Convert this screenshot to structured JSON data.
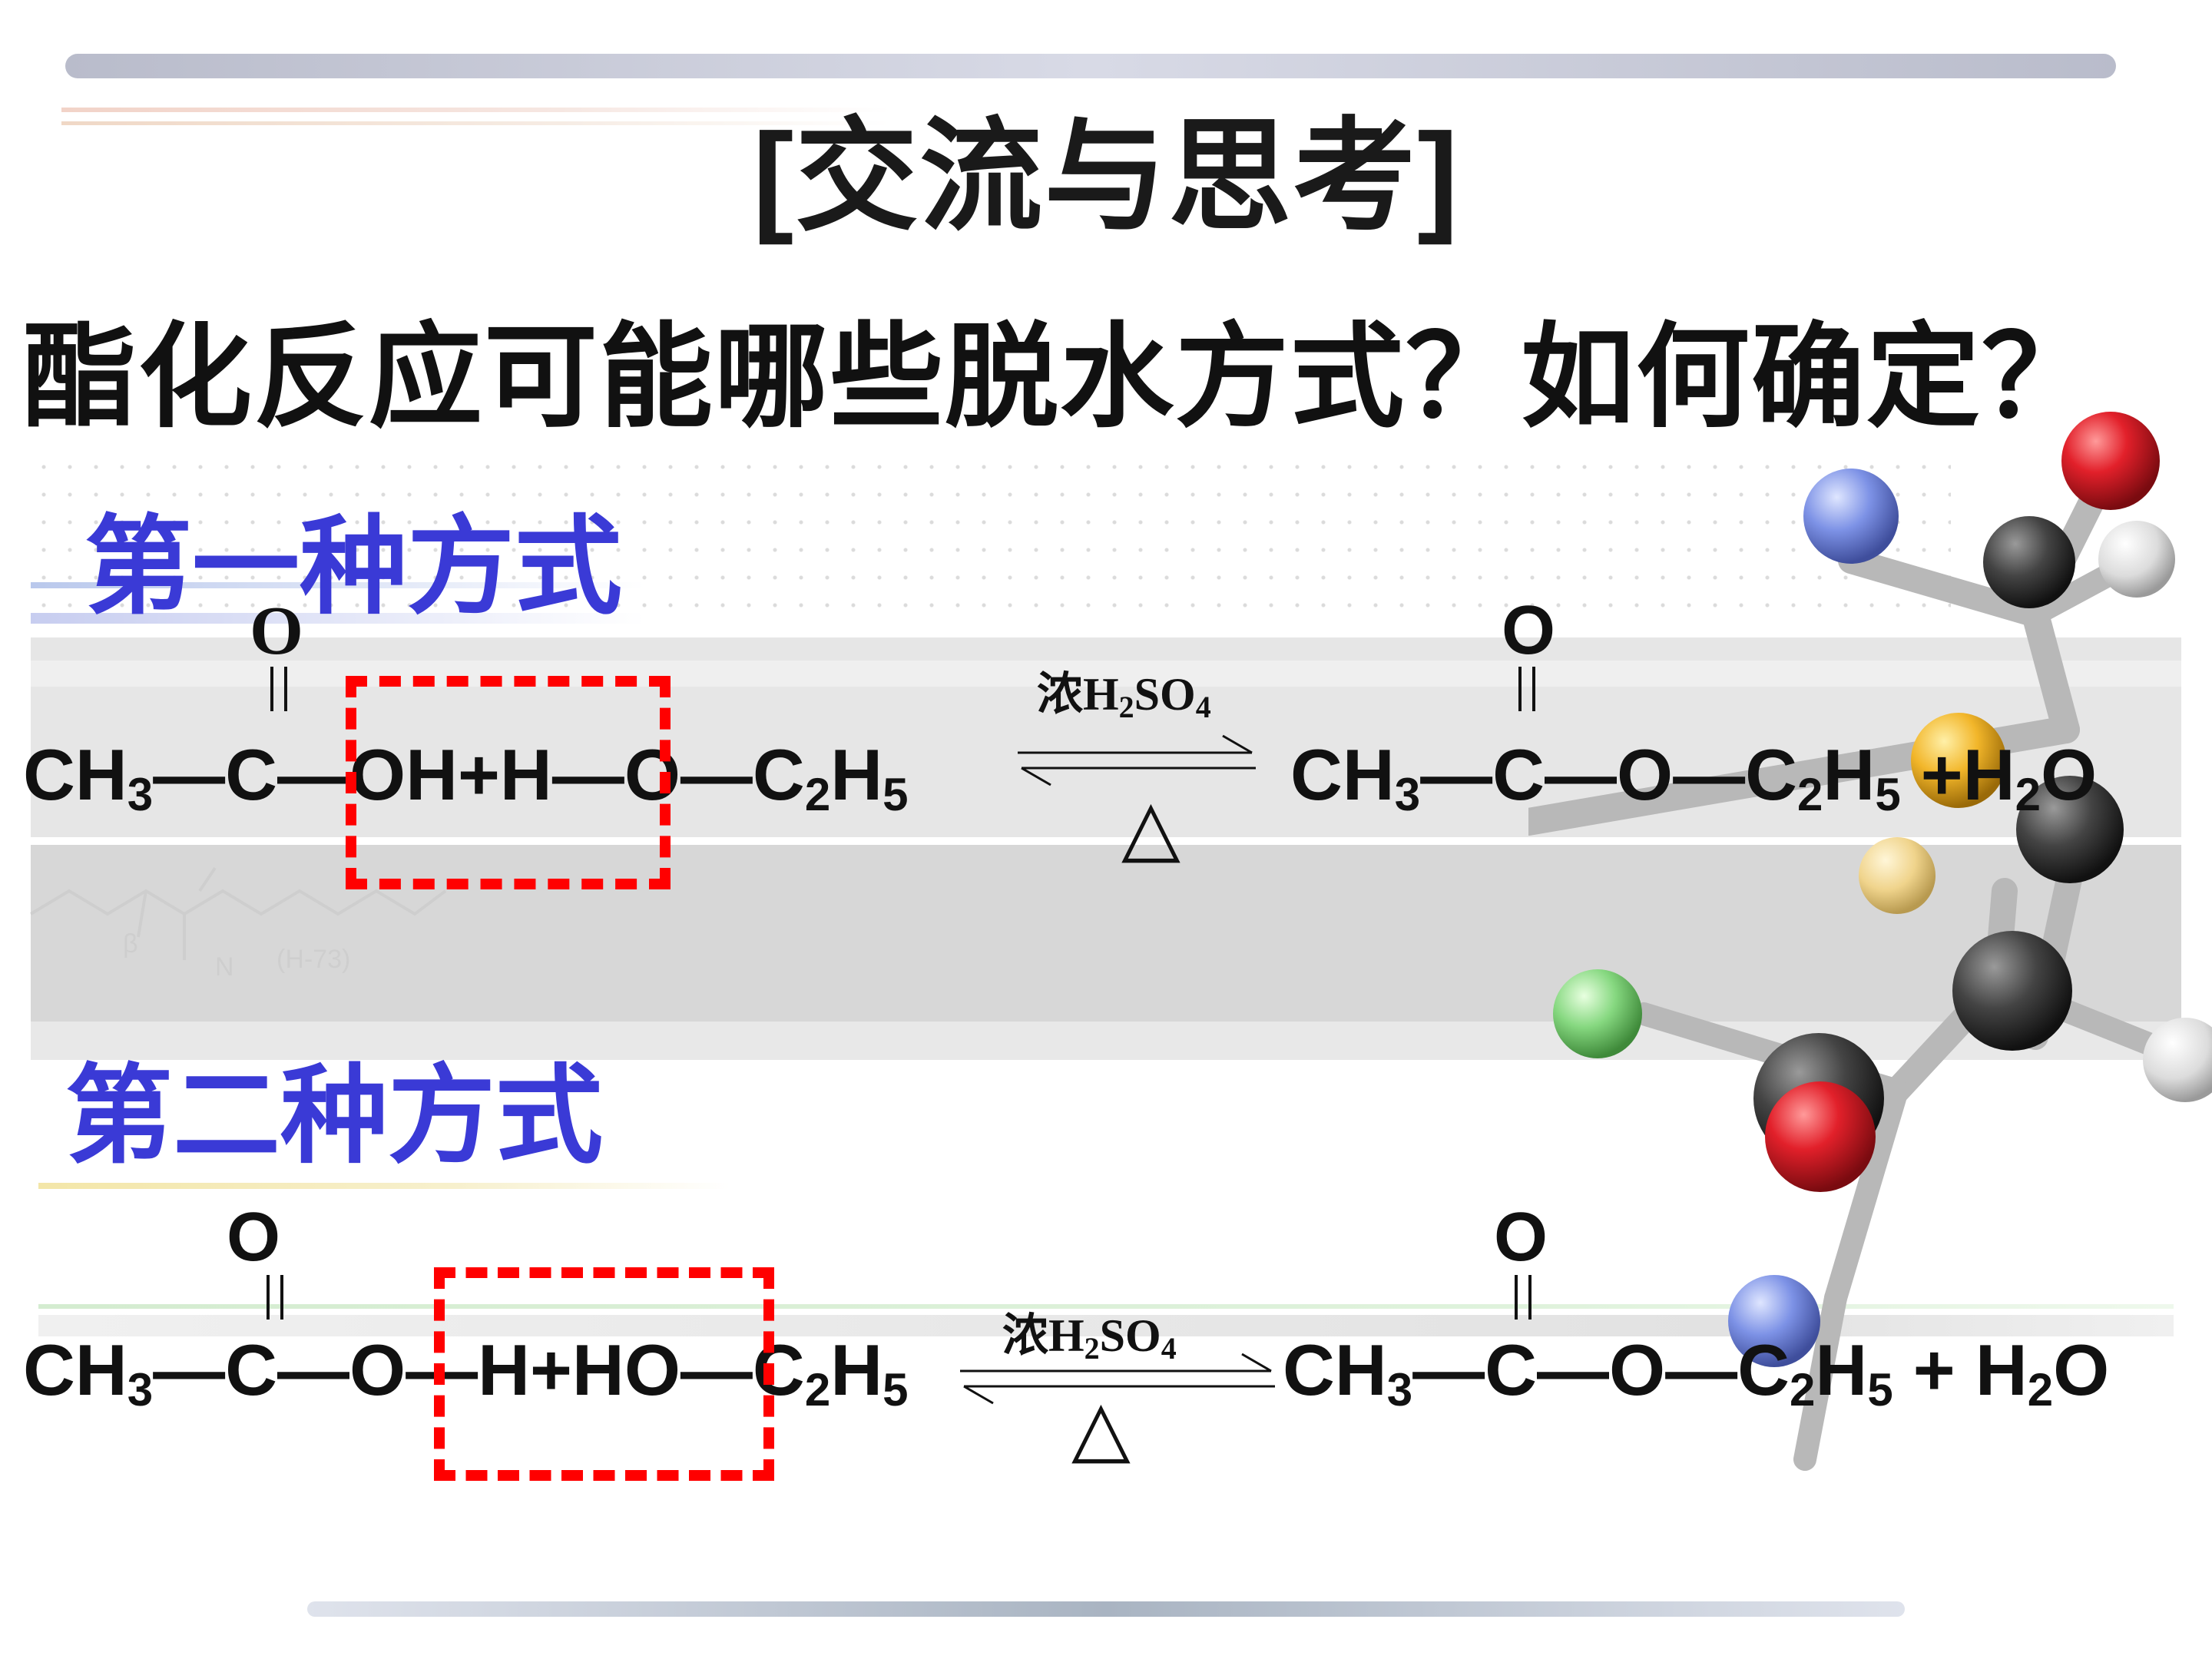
{
  "slide": {
    "title": "[交流与思考]",
    "question": "酯化反应可能哪些脱水方式？如何确定？",
    "accent_color": "#3a3ad6",
    "highlight_color": "#ff0000",
    "icons": [
      "molecule-model-icon",
      "structure-watermark-icon",
      "reversible-arrow-icon",
      "heat-triangle-icon"
    ]
  },
  "method1": {
    "label": "第一种方式",
    "carbonyl_oxygen": "O",
    "reactant_left": {
      "p1": "CH",
      "s1": "3",
      "p2": "—C—OH+H—O—C",
      "s2": "2",
      "p3": "H",
      "s3": "5"
    },
    "condition": {
      "p1": "浓H",
      "s1": "2",
      "p2": "SO",
      "s2": "4"
    },
    "heat_symbol": "△",
    "product_oxygen": "O",
    "product": {
      "p1": "CH",
      "s1": "3",
      "p2": "—C—O—C",
      "s2": "2",
      "p3": "H",
      "s3": "5",
      "p4": " +H",
      "s4": "2",
      "p5": "O"
    }
  },
  "method2": {
    "label": "第二种方式",
    "carbonyl_oxygen": "O",
    "reactant_left": {
      "p1": "CH",
      "s1": "3",
      "p2": "—C—O—H+HO—C",
      "s2": "2",
      "p3": "H",
      "s3": "5"
    },
    "condition": {
      "p1": "浓H",
      "s1": "2",
      "p2": "SO",
      "s2": "4"
    },
    "heat_symbol": "△",
    "product_oxygen": "O",
    "product": {
      "p1": "CH",
      "s1": "3",
      "p2": "—C—O—C",
      "s2": "2",
      "p3": "H",
      "s3": "5",
      "p4": " + H",
      "s4": "2",
      "p5": "O"
    }
  }
}
